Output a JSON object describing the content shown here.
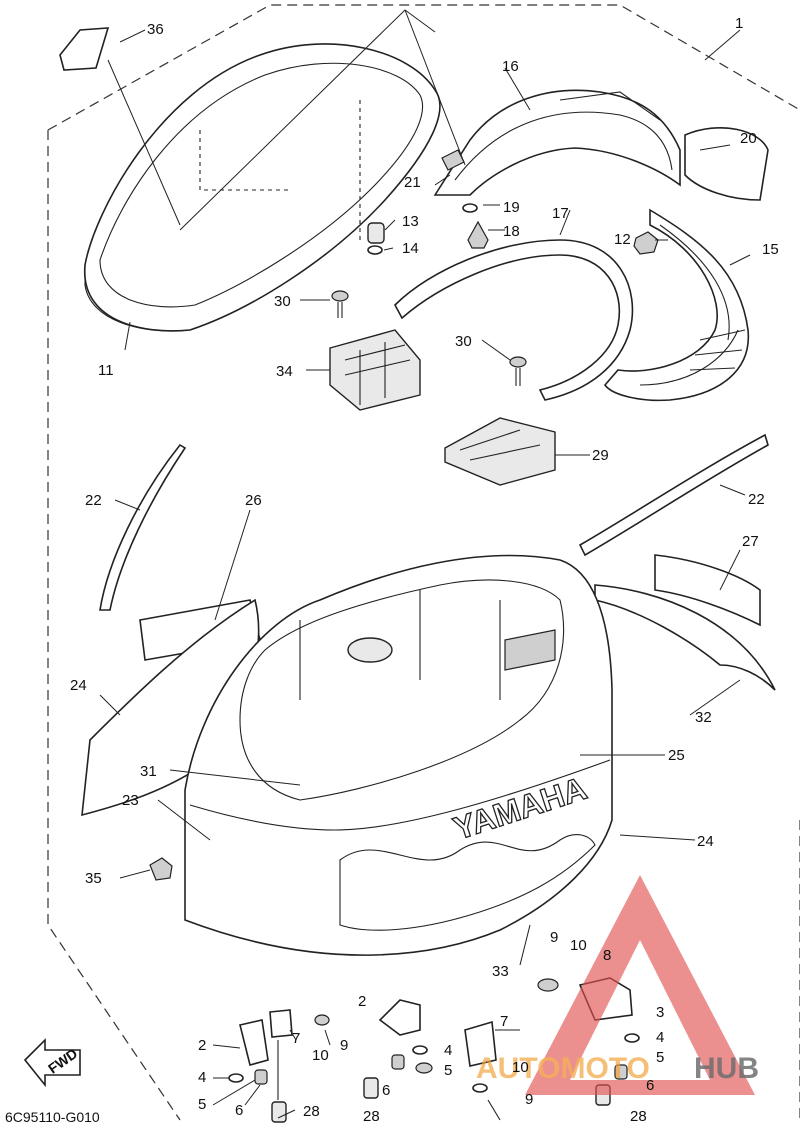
{
  "diagram_code": "6C95110-G010",
  "fwd_label": "FWD",
  "brand_text": "YAMAHA",
  "watermark": {
    "text_part1": "AUTOMOTO",
    "text_part2": "HUB",
    "color_main": "#e05050",
    "color_text1": "#f2a23a",
    "color_text2": "#555555"
  },
  "callouts": [
    {
      "id": "c1",
      "label": "1"
    },
    {
      "id": "c2a",
      "label": "2"
    },
    {
      "id": "c2b",
      "label": "2"
    },
    {
      "id": "c3",
      "label": "3"
    },
    {
      "id": "c4a",
      "label": "4"
    },
    {
      "id": "c4b",
      "label": "4"
    },
    {
      "id": "c4c",
      "label": "4"
    },
    {
      "id": "c5a",
      "label": "5"
    },
    {
      "id": "c5b",
      "label": "5"
    },
    {
      "id": "c5c",
      "label": "5"
    },
    {
      "id": "c6a",
      "label": "6"
    },
    {
      "id": "c6b",
      "label": "6"
    },
    {
      "id": "c6c",
      "label": "6"
    },
    {
      "id": "c7a",
      "label": "7"
    },
    {
      "id": "c7b",
      "label": "7"
    },
    {
      "id": "c8",
      "label": "8"
    },
    {
      "id": "c9a",
      "label": "9"
    },
    {
      "id": "c9b",
      "label": "9"
    },
    {
      "id": "c9c",
      "label": "9"
    },
    {
      "id": "c10a",
      "label": "10"
    },
    {
      "id": "c10b",
      "label": "10"
    },
    {
      "id": "c10c",
      "label": "10"
    },
    {
      "id": "c11",
      "label": "11"
    },
    {
      "id": "c12",
      "label": "12"
    },
    {
      "id": "c13",
      "label": "13"
    },
    {
      "id": "c14",
      "label": "14"
    },
    {
      "id": "c15",
      "label": "15"
    },
    {
      "id": "c16",
      "label": "16"
    },
    {
      "id": "c17",
      "label": "17"
    },
    {
      "id": "c18",
      "label": "18"
    },
    {
      "id": "c19",
      "label": "19"
    },
    {
      "id": "c20",
      "label": "20"
    },
    {
      "id": "c21",
      "label": "21"
    },
    {
      "id": "c22a",
      "label": "22"
    },
    {
      "id": "c22b",
      "label": "22"
    },
    {
      "id": "c23",
      "label": "23"
    },
    {
      "id": "c24a",
      "label": "24"
    },
    {
      "id": "c24b",
      "label": "24"
    },
    {
      "id": "c25",
      "label": "25"
    },
    {
      "id": "c26",
      "label": "26"
    },
    {
      "id": "c27",
      "label": "27"
    },
    {
      "id": "c28a",
      "label": "28"
    },
    {
      "id": "c28b",
      "label": "28"
    },
    {
      "id": "c28c",
      "label": "28"
    },
    {
      "id": "c29",
      "label": "29"
    },
    {
      "id": "c30a",
      "label": "30"
    },
    {
      "id": "c30b",
      "label": "30"
    },
    {
      "id": "c31",
      "label": "31"
    },
    {
      "id": "c32",
      "label": "32"
    },
    {
      "id": "c33",
      "label": "33"
    },
    {
      "id": "c34",
      "label": "34"
    },
    {
      "id": "c35",
      "label": "35"
    },
    {
      "id": "c36",
      "label": "36"
    }
  ]
}
